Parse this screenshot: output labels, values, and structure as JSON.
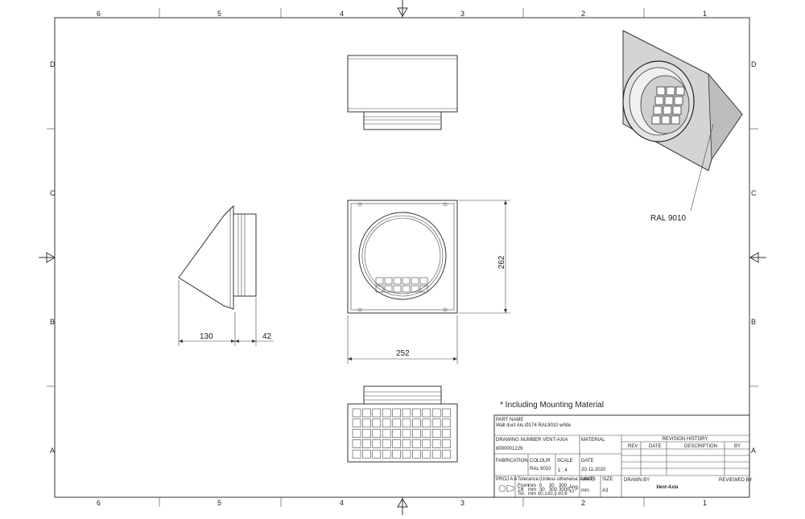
{
  "border": {
    "top_cols": [
      "6",
      "5",
      "4",
      "3",
      "2",
      "1"
    ],
    "bottom_cols": [
      "6",
      "5",
      "4",
      "3",
      "2",
      "1"
    ],
    "left_rows": [
      "D",
      "C",
      "B",
      "A"
    ],
    "right_rows": [
      "D",
      "C",
      "B",
      "A"
    ]
  },
  "dimensions": {
    "side_depth": "130",
    "side_spigot": "42",
    "front_height": "262",
    "front_width": "252"
  },
  "callout": {
    "colour": "RAL 9010"
  },
  "note": "* Including Mounting Material",
  "title_block": {
    "part_name_label": "PART NAME",
    "part_name": "Wall duct Alu Ø174 RAL9010 white",
    "drawing_number_label": "DRAWING NUMBER VENT-AXIA",
    "drawing_number": "8000001229",
    "material_label": "MATERIAL",
    "revision_history_label": "REVISION HISTORY",
    "rev_cols": [
      "REV",
      "DATE",
      "DESCRIPTION",
      "BY"
    ],
    "fabrication_label": "FABRICATION",
    "colour_label": "COLOUR",
    "colour": "RAL 9010",
    "scale_label": "SCALE",
    "scale": "1 : 4",
    "date_label": "DATE",
    "date": "20-11-2020",
    "proj_label": "PROJ A A",
    "tolerance_label": "Tolerance",
    "tolerance_note": "(Unless otherwise stated)",
    "tolerance_rows": [
      [
        "From",
        "mm",
        "0",
        "30",
        "300",
        "Ang."
      ],
      [
        "Till",
        "mm",
        "30",
        "300",
        "3000",
        "±1°"
      ],
      [
        "Tol.",
        "mm",
        "±0,1",
        "±0,3",
        "±0,8",
        ""
      ]
    ],
    "units_label": "UNITS",
    "units": "mm",
    "size_label": "SIZE",
    "size": "A3",
    "drawn_by_label": "DRAWN BY",
    "brand": "Vent-Axia",
    "reviewed_by_label": "REVIEWED BY"
  }
}
